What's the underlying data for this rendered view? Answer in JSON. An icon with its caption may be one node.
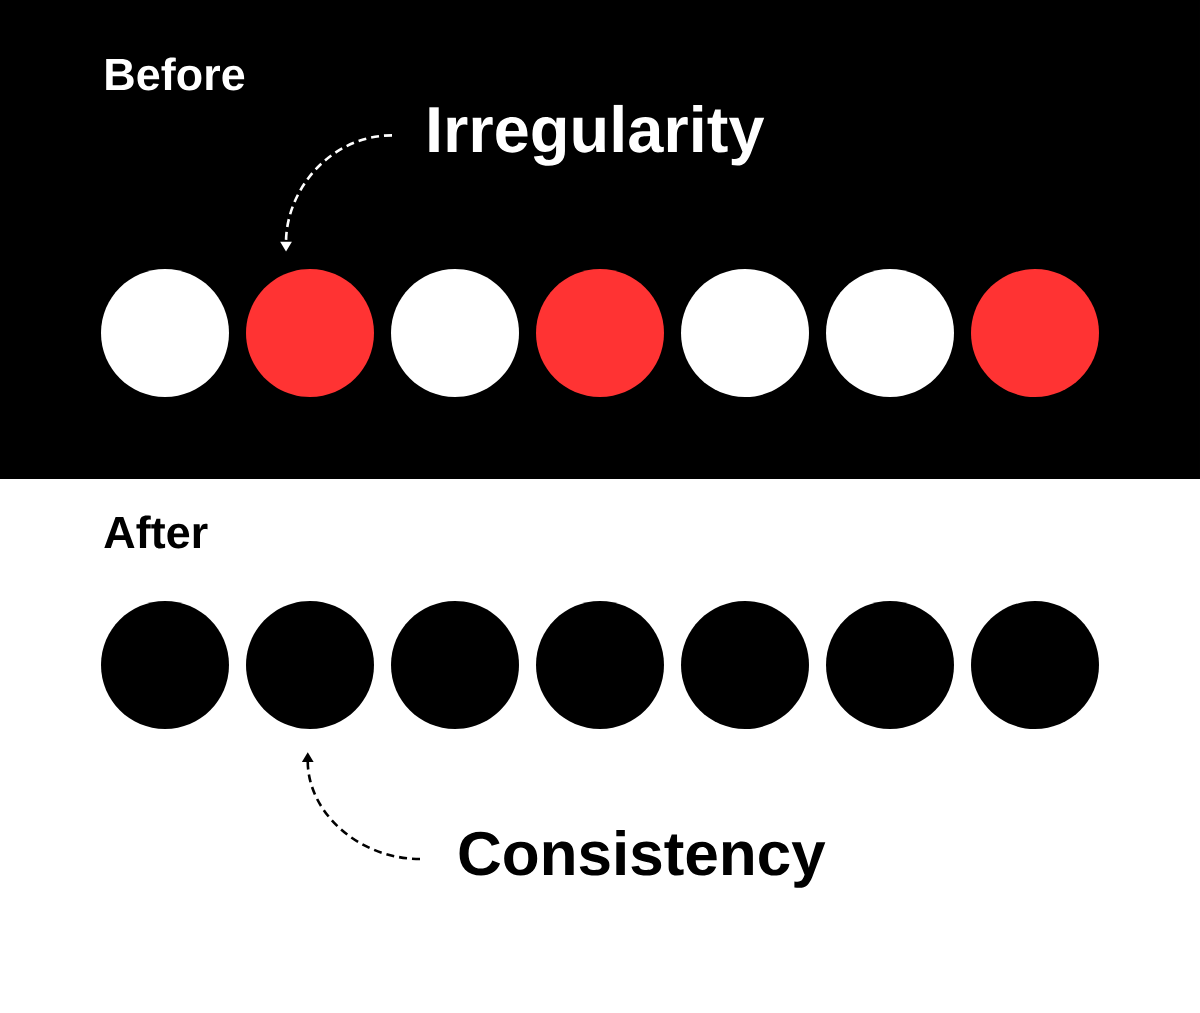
{
  "diagram": {
    "nodes": [
      {
        "text": [
          "Before"
        ]
      },
      {
        "text": [
          "Irregularity"
        ],
        "in": 0
      },
      {
        "text": [],
        "shape": "circle",
        "in": 0
      },
      {
        "text": [],
        "shape": "circle",
        "in": 0
      },
      {
        "text": [],
        "shape": "circle",
        "in": 0
      },
      {
        "text": [],
        "shape": "circle",
        "in": 0
      },
      {
        "text": [],
        "shape": "circle",
        "in": 0
      },
      {
        "text": [],
        "shape": "circle",
        "in": 0
      },
      {
        "text": [],
        "shape": "circle",
        "in": 0
      },
      {
        "text": [],
        "shape": "circle"
      },
      {
        "text": [],
        "shape": "circle"
      },
      {
        "text": [],
        "shape": "circle"
      },
      {
        "text": [],
        "shape": "circle"
      },
      {
        "text": [],
        "shape": "circle"
      },
      {
        "text": [],
        "shape": "circle"
      },
      {
        "text": [],
        "shape": "circle"
      },
      {
        "text": [
          "Consistency"
        ]
      }
    ],
    "edges": [
      {
        "from": 1,
        "to": 3,
        "arrow": "to",
        "style": "dashed",
        "color": "#ffffff"
      },
      {
        "from": 16,
        "to": 10,
        "arrow": "to",
        "style": "dashed",
        "color": "#000000"
      }
    ],
    "labels": [
      "After"
    ]
  }
}
